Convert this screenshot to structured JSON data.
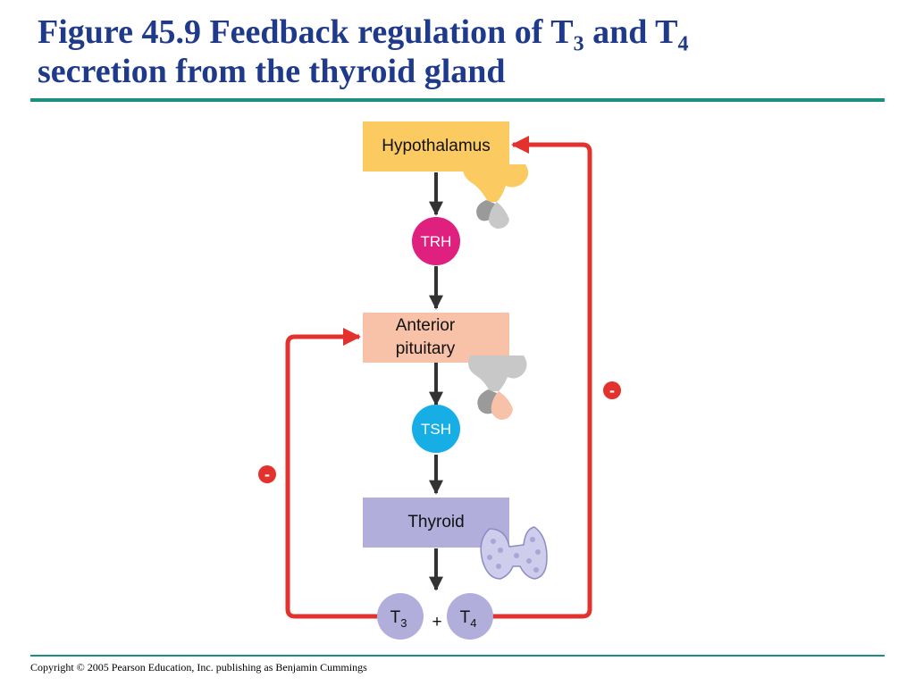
{
  "slide": {
    "title_line1_pre": "Figure 45.9 Feedback regulation of T",
    "title_sub1": "3",
    "title_and": " and T",
    "title_sub2": "4",
    "title_line2": "secretion from the thyroid gland",
    "copyright": "Copyright © 2005 Pearson Education, Inc. publishing as Benjamin Cummings"
  },
  "diagram": {
    "hypothalamus": "Hypothalamus",
    "trh": "TRH",
    "anterior_line1": "Anterior",
    "anterior_line2": "pituitary",
    "tsh": "TSH",
    "thyroid": "Thyroid",
    "t3_base": "T",
    "t3_sub": "3",
    "plus": "+",
    "t4_base": "T",
    "t4_sub": "4",
    "feedback_sign_left": "-",
    "feedback_sign_right": "-"
  },
  "colors": {
    "title": "#1f3a8a",
    "rule": "#19907f",
    "hypothalamus": "#fbcb62",
    "pituitary": "#f8c2a8",
    "thyroid": "#b1aedc",
    "trh": "#e0207e",
    "tsh": "#17aee6",
    "hormone": "#b1aedc",
    "feedback": "#e3312e"
  }
}
